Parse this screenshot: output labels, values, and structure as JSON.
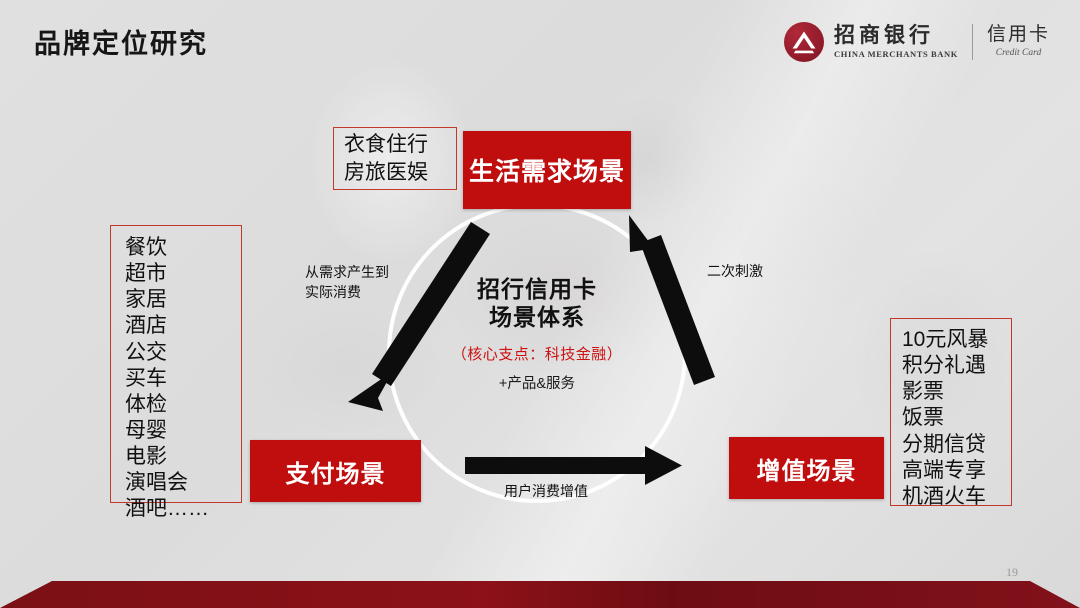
{
  "slide": {
    "title": "品牌定位研究",
    "page_number": "19",
    "accent_red": "#c00d0d",
    "outline_red": "#c0392b",
    "core_text_red": "#cc1111",
    "footer_red": "#7d1016",
    "background": "#dcdcdc"
  },
  "logo": {
    "mark_name": "china-merchants-bank-logo-mark",
    "bank_cn": "招商银行",
    "bank_en": "CHINA MERCHANTS BANK",
    "product_cn": "信用卡",
    "product_en": "Credit Card"
  },
  "diagram": {
    "center": {
      "title_line1": "招行信用卡",
      "title_line2": "场景体系",
      "core": "（核心支点：科技金融）",
      "plus": "+产品&服务"
    },
    "nodes": {
      "life": "生活需求场景",
      "pay": "支付场景",
      "value": "增值场景"
    },
    "needs_box": {
      "line1": "衣食住行",
      "line2": "房旅医娱"
    },
    "arrows": {
      "demand_to_pay": "从需求产生到\n实际消费",
      "pay_to_value": "用户消费增值",
      "value_to_life": "二次刺激"
    },
    "left_list": [
      "餐饮",
      "超市",
      "家居",
      "酒店",
      "公交",
      "买车",
      "体检",
      "母婴",
      "电影",
      "演唱会",
      "酒吧……"
    ],
    "right_list": [
      "10元风暴",
      "积分礼遇",
      "影票",
      "饭票",
      "分期信贷",
      "高端专享",
      "机酒火车"
    ]
  }
}
